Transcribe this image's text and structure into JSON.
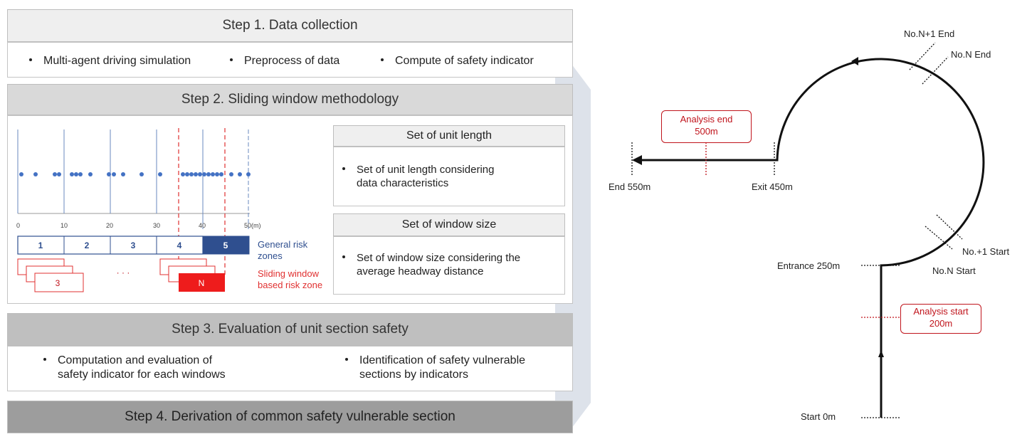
{
  "steps": {
    "step1": {
      "title": "Step 1. Data collection",
      "bullets": [
        "Multi-agent driving simulation",
        "Preprocess of data",
        "Compute of safety indicator"
      ]
    },
    "step2": {
      "title": "Step 2. Sliding window methodology",
      "unit_length": {
        "title": "Set of unit length",
        "text_line1": "Set of  unit length considering",
        "text_line2": "data characteristics"
      },
      "window_size": {
        "title": "Set of window size",
        "text_line1": "Set of window size considering the",
        "text_line2": "average headway distance"
      },
      "axis_ticks": [
        "0",
        "10",
        "20",
        "30",
        "40",
        "50(m)"
      ],
      "zones": [
        "1",
        "2",
        "3",
        "4",
        "5"
      ],
      "general_risk_label": {
        "line1": "General risk",
        "line2": "zones"
      },
      "sliding_label": {
        "line1": "Sliding window",
        "line2": "based risk zone"
      },
      "window_first": "3",
      "window_ellipsis": "· · ·",
      "window_last": "N"
    },
    "step3": {
      "title": "Step 3. Evaluation of unit section safety",
      "bullet1_line1": "Computation and evaluation of",
      "bullet1_line2": "safety indicator for each windows",
      "bullet2_line1": "Identification of safety vulnerable",
      "bullet2_line2": "sections by indicators"
    },
    "step4": {
      "title": "Step 4. Derivation of common safety vulnerable section"
    }
  },
  "road_map": {
    "labels": {
      "n1_end": "No.N+1 End",
      "n_end": "No.N End",
      "n1_start": "No.+1 Start",
      "n_start": "No.N Start",
      "end": "End 550m",
      "exit": "Exit 450m",
      "entrance": "Entrance 250m",
      "start": "Start 0m"
    },
    "analysis_end": {
      "line1": "Analysis end",
      "line2": "500m"
    },
    "analysis_start": {
      "line1": "Analysis start",
      "line2": "200m"
    }
  },
  "colors": {
    "zone_blue": "#2f4f8f",
    "point_blue": "#4472c4",
    "alert_red": "#c0141c",
    "header_grey": "#efefef"
  }
}
